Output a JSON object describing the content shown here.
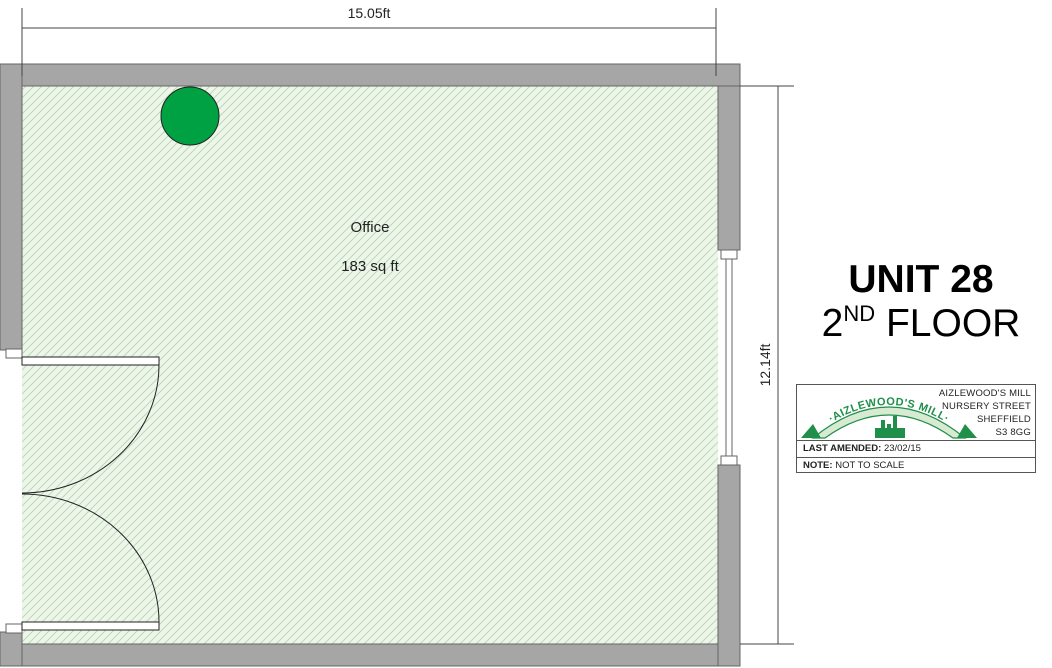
{
  "dimensions": {
    "width_label": "15.05ft",
    "height_label": "12.14ft"
  },
  "room": {
    "name": "Office",
    "area": "183 sq ft"
  },
  "unit": {
    "title": "UNIT 28",
    "floor_number": "2",
    "floor_suffix": "ND",
    "floor_word": "FLOOR"
  },
  "card": {
    "logo_text": "·AIZLEWOOD'S MILL·",
    "address": [
      "AIZLEWOOD'S MILL",
      "NURSERY STREET",
      "SHEFFIELD",
      "S3 8GG"
    ],
    "amended_label": "LAST AMENDED:",
    "amended_value": "23/02/15",
    "note_label": "NOTE:",
    "note_value": "NOT TO SCALE"
  },
  "colors": {
    "wall": "#a6a6a6",
    "floor_fill": "#eaf4e6",
    "hatch": "#c2dcbc",
    "fixture": "#00a143",
    "brand_green": "#1f8f4a"
  }
}
